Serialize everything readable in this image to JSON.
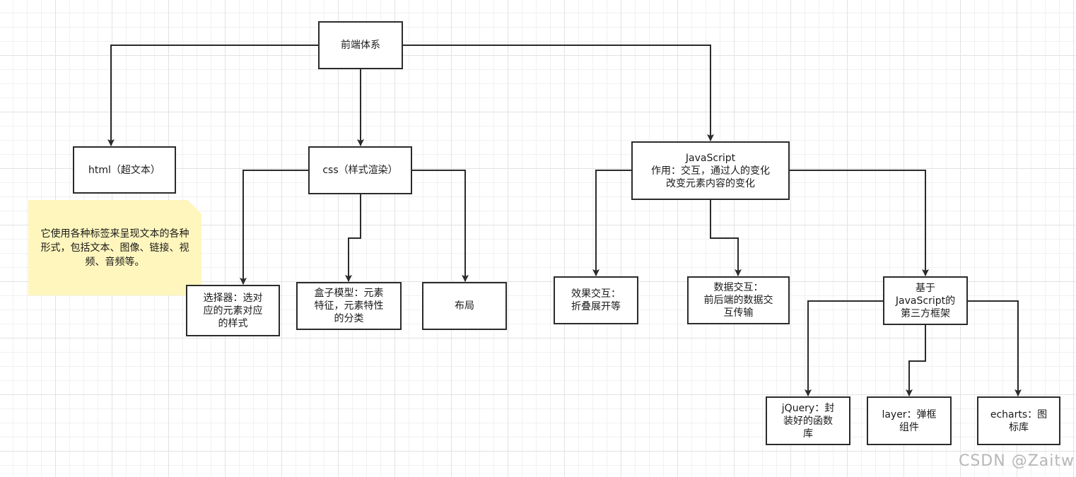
{
  "nodes": {
    "root": "前端体系",
    "html": "html（超文本）",
    "css": "css（样式渲染）",
    "javascript": "JavaScript\n作用：交互，通过人的变化\n改变元素内容的变化",
    "selector": "选择器：选对\n应的元素对应\n的样式",
    "box_model": "盒子模型：元素\n特征，元素特性\n的分类",
    "layout": "布局",
    "effect": "效果交互：\n折叠展开等",
    "data_exchange": "数据交互：\n前后端的数据交\n互传输",
    "frameworks": "基于\nJavaScript的\n第三方框架",
    "jquery": "jQuery：封\n装好的函数\n库",
    "layer": "layer：弹框\n组件",
    "echarts": "echarts：图\n标库"
  },
  "note": {
    "text": "它使用各种标签来呈现文本的各种形式，包括文本、图像、链接、视频、音频等。"
  },
  "watermark": "CSDN @Zaitw",
  "colors": {
    "line": "#2b2b2b",
    "note_fill": "#fff6bd",
    "note_fold": "#dccf7e",
    "grid": "#e2e2e2"
  }
}
